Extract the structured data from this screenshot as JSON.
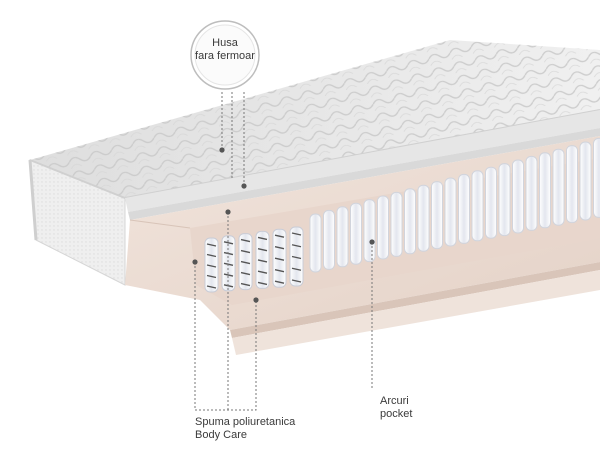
{
  "image": {
    "subject": "mattress cross-section",
    "background_color": "#ffffff"
  },
  "callouts": {
    "cover": {
      "line1": "Husa",
      "line2": "fara fermoar"
    },
    "foam": {
      "line1": "Spuma poliuretanica",
      "line2": "Body Care"
    },
    "springs": {
      "line1": "Arcuri",
      "line2": "pocket"
    }
  },
  "colors": {
    "quilted_cover": "#e9e9e9",
    "foam_layer": "#ecdcd3",
    "spring_core": "#f3f4f8",
    "leader_line": "#666666"
  }
}
